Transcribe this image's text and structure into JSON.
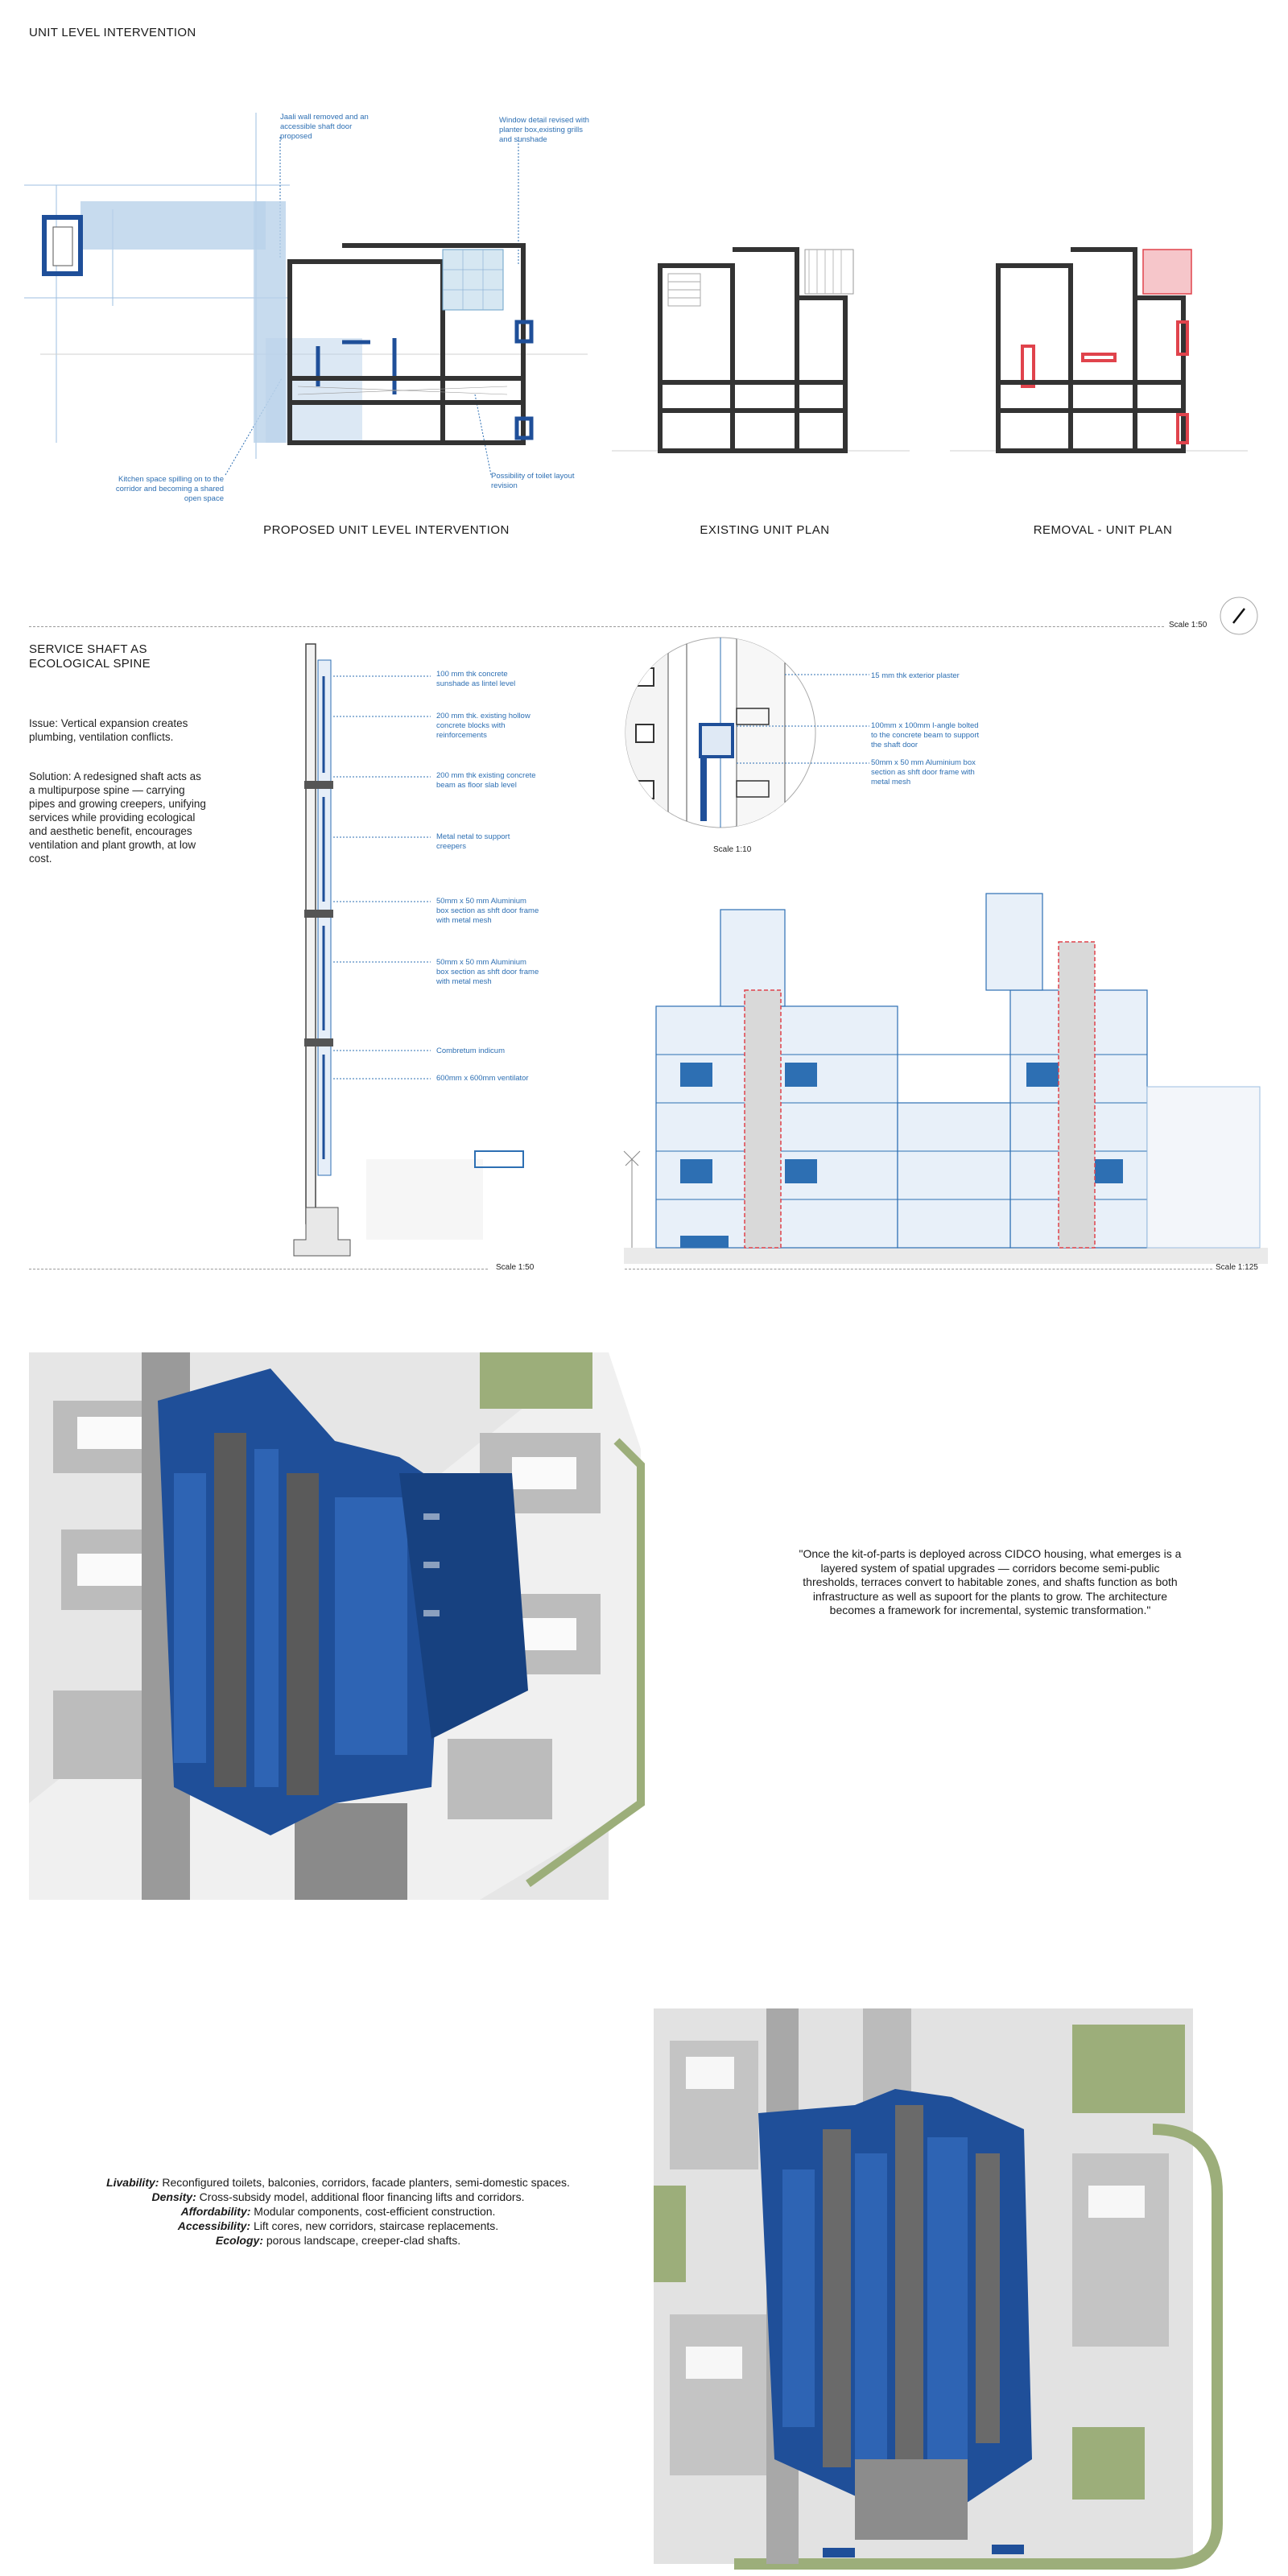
{
  "section1": {
    "title": "UNIT LEVEL INTERVENTION",
    "annotations": {
      "jaali": "Jaali wall removed and an accessible shaft door proposed",
      "window": "Window detail revised with planter box,existing grills and sunshade",
      "kitchen": "Kitchen space spilling on to the corridor and becoming a shared open space",
      "toilet": "Possibility of toilet layout revision"
    },
    "captions": {
      "proposed": "PROPOSED UNIT LEVEL INTERVENTION",
      "existing": "EXISTING UNIT PLAN",
      "removal": "REMOVAL - UNIT PLAN"
    },
    "scale": "Scale 1:50"
  },
  "section2": {
    "title_line1": "SERVICE SHAFT AS",
    "title_line2": "ECOLOGICAL SPINE",
    "issue": "Issue: Vertical expansion creates plumbing, ventilation conflicts.",
    "solution": "Solution: A redesigned shaft acts as a multipurpose spine — carrying pipes and growing creepers, unifying services while providing ecological and aesthetic benefit, encourages ventilation and plant growth, at low cost.",
    "section_notes": [
      "100 mm thk concrete sunshade as lintel level",
      "200 mm thk. existing hollow concrete blocks with reinforcements",
      "200 mm thk existing concrete beam as floor slab level",
      "Metal netal to support creepers",
      "50mm x 50 mm Aluminium box section as shft door frame with metal mesh",
      "50mm x 50 mm Aluminium box section as shft door frame with metal mesh",
      "Combretum indicum",
      "600mm x 600mm ventilator"
    ],
    "detail_notes": [
      "15 mm thk exterior plaster",
      "100mm x 100mm I-angle bolted to the concrete beam to support the shaft door",
      "50mm x 50 mm Aluminium box section as shft door frame with metal mesh"
    ],
    "scale_detail": "Scale 1:10",
    "scale_section": "Scale 1:50",
    "scale_elevation": "Scale 1:125"
  },
  "section3": {
    "quote": "\"Once the kit-of-parts is deployed across CIDCO housing, what emerges is a layered system of spatial upgrades — corridors become semi-public thresholds, terraces convert to habitable zones, and shafts function as both infrastructure as well as supoort for the plants to grow. The architecture becomes a framework for incremental, systemic transformation.\""
  },
  "section4": {
    "legend": [
      {
        "term": "Livability:",
        "text": " Reconfigured toilets, balconies, corridors, facade planters, semi-domestic spaces."
      },
      {
        "term": "Density:",
        "text": " Cross-subsidy model, additional floor financing lifts and corridors."
      },
      {
        "term": "Affordability:",
        "text": " Modular components, cost-efficient construction."
      },
      {
        "term": "Accessibility:",
        "text": " Lift cores, new corridors, staircase replacements."
      },
      {
        "term": "Ecology:",
        "text": " porous landscape, creeper-clad shafts."
      }
    ]
  },
  "colors": {
    "accent_blue": "#1f4f99",
    "light_blue": "#b9d2ea",
    "annotation_blue": "#2d6fb3",
    "removal_red": "#e0434c",
    "grey": "#8c8c8c",
    "green": "#9cae7a"
  }
}
